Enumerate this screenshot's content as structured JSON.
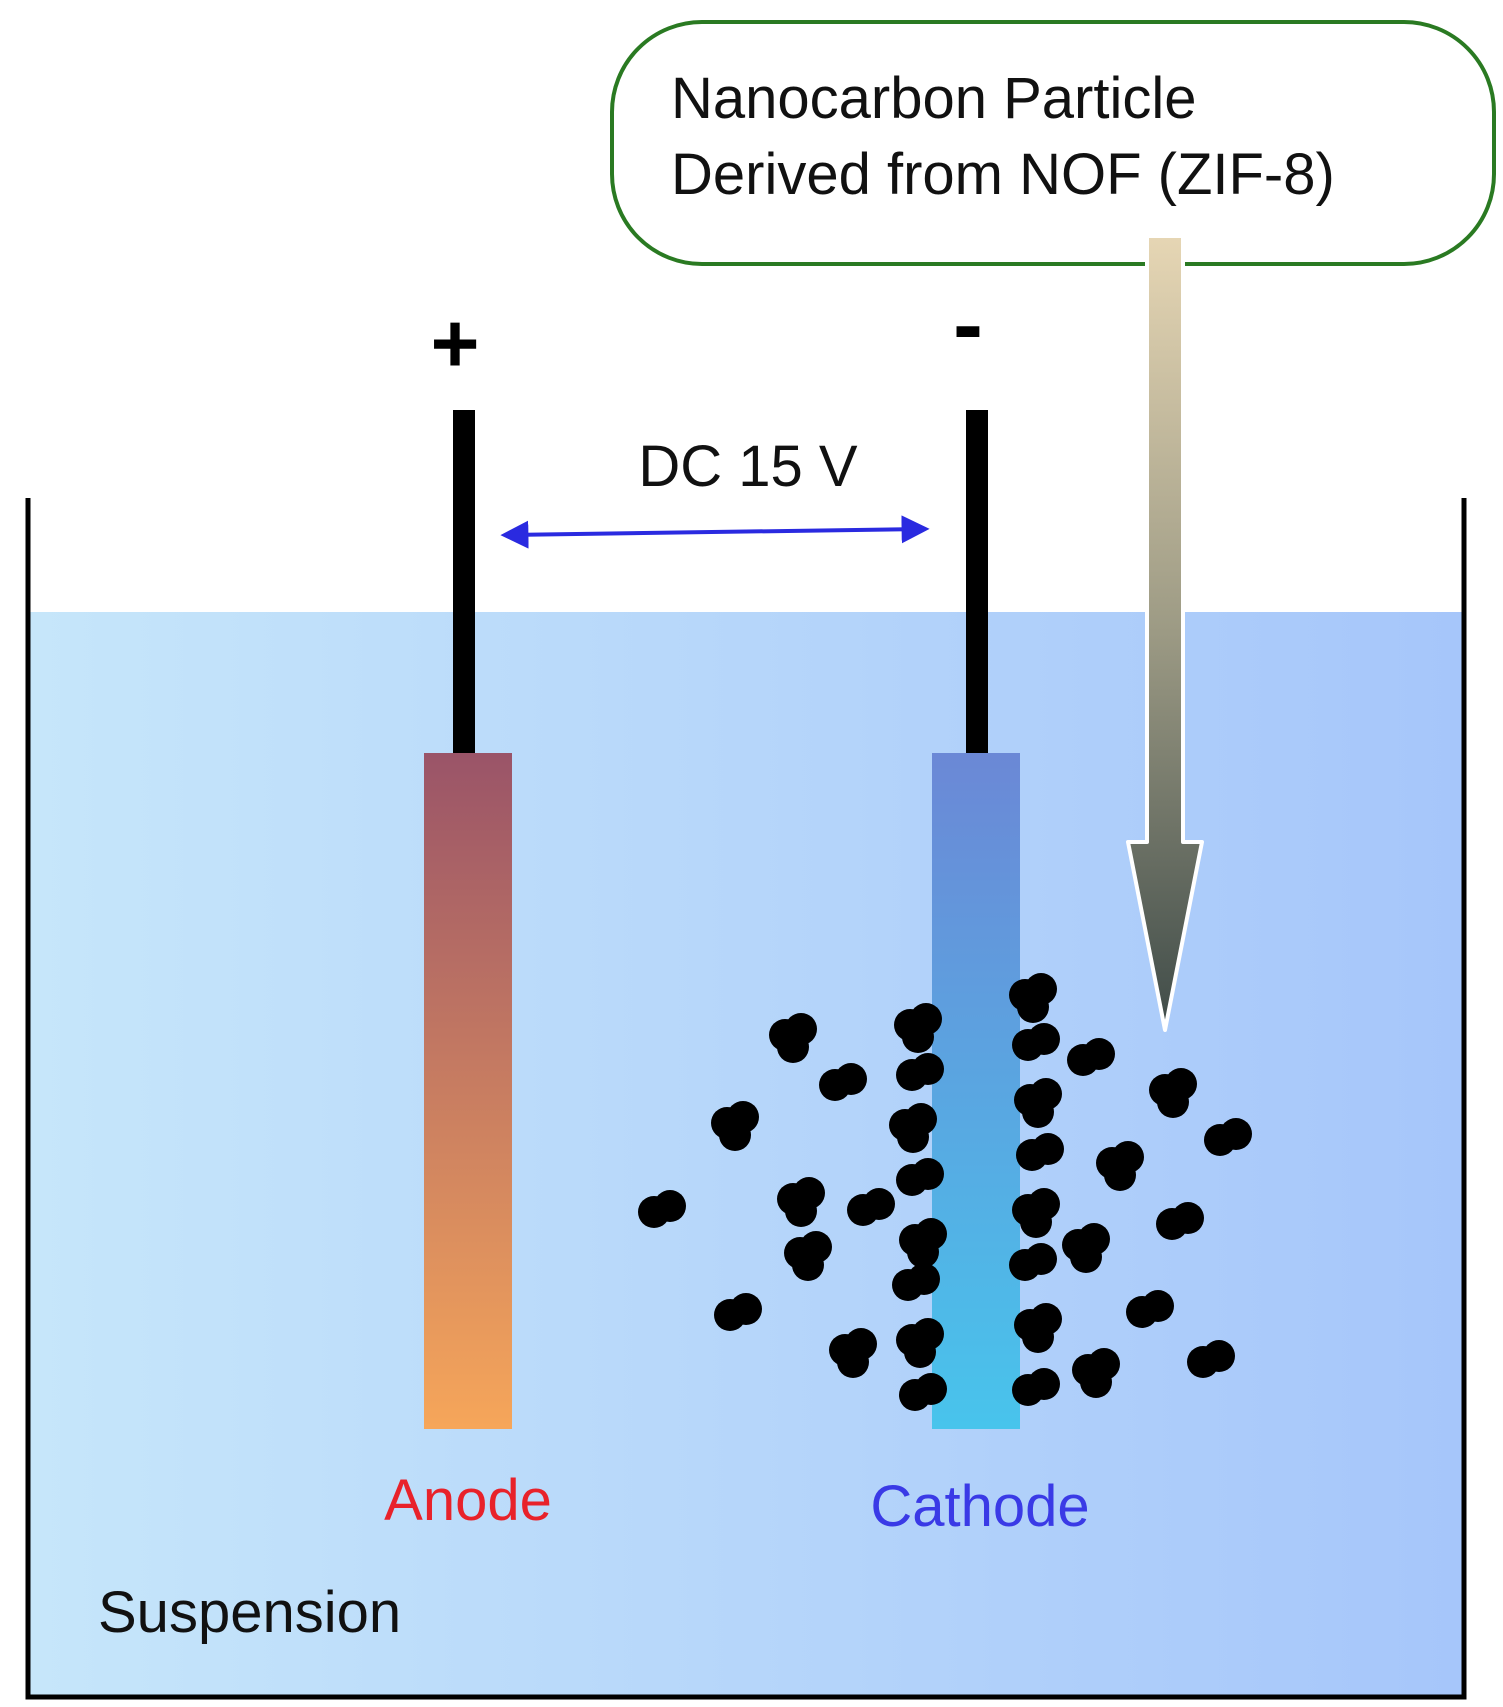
{
  "callout": {
    "line1": "Nanocarbon Particle",
    "line2": "Derived from NOF (ZIF-8)",
    "border_color": "#2a7a22"
  },
  "voltage": {
    "label": "DC 15 V",
    "arrow_color": "#2a2ae0"
  },
  "polarity": {
    "positive": "+",
    "negative": "-"
  },
  "anode": {
    "label": "Anode",
    "label_color": "#e8222a",
    "gradient_top": "#9a5468",
    "gradient_bottom": "#f6a65a"
  },
  "cathode": {
    "label": "Cathode",
    "label_color": "#3a3ae6",
    "gradient_top": "#6b88d6",
    "gradient_bottom": "#48c4ec"
  },
  "suspension": {
    "label": "Suspension",
    "color_left": "#c6e6fa",
    "color_right": "#a6c6fa"
  },
  "particle_color": "#000000",
  "wire_color": "#000000"
}
